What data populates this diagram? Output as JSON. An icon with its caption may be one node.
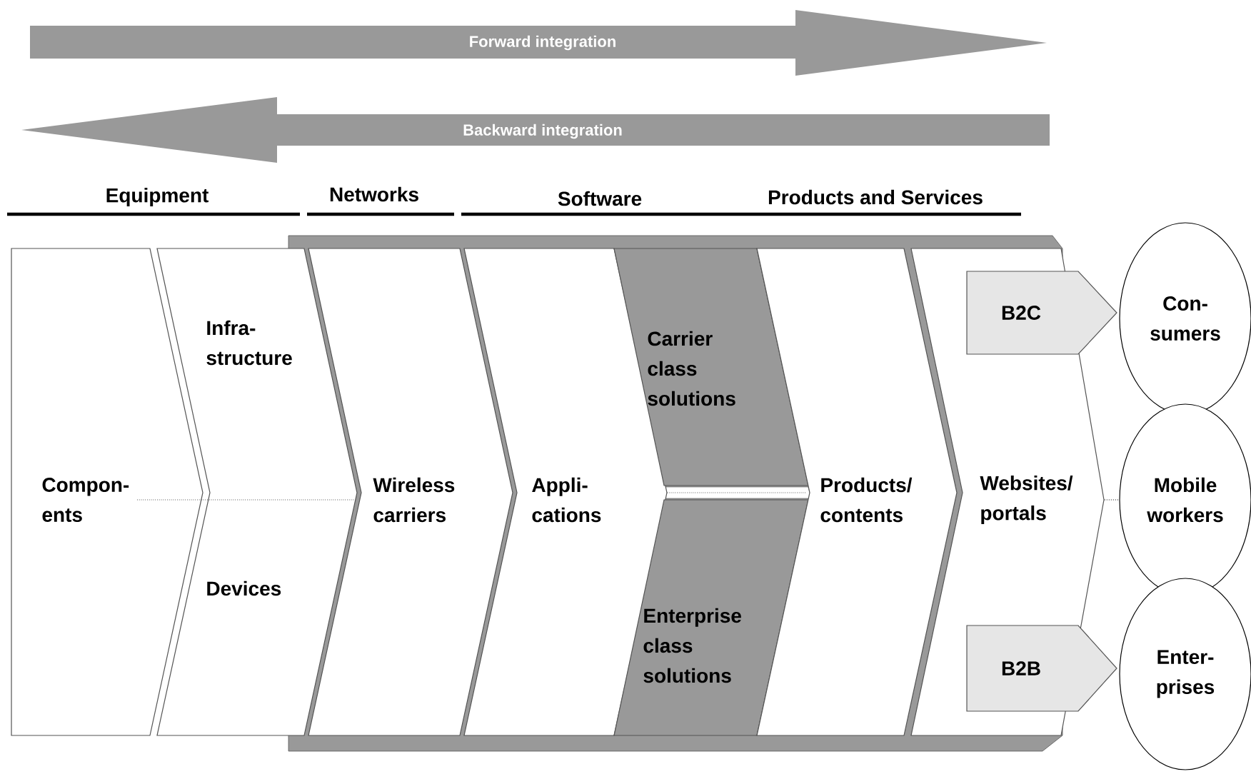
{
  "diagram": {
    "nodes": [
      {
        "text": [
          "Forward integration"
        ]
      },
      {
        "text": [
          "Backward integration"
        ]
      },
      {
        "text": [
          "Compon- ents"
        ]
      },
      {
        "text": [
          "Infra- structure",
          "Devices"
        ]
      },
      {
        "text": [
          "Wireless carriers"
        ]
      },
      {
        "text": [
          "Appli- cations"
        ]
      },
      {
        "text": [
          "Carrier class solutions"
        ]
      },
      {
        "text": [
          "Enterprise class solutions"
        ]
      },
      {
        "text": [
          "Products/ contents"
        ]
      },
      {
        "text": [
          "Websites/ portals"
        ]
      },
      {
        "text": [
          "B2C"
        ]
      },
      {
        "text": [
          "B2B"
        ]
      },
      {
        "text": [
          "Con- sumers"
        ]
      },
      {
        "text": [
          "Mobile workers"
        ]
      },
      {
        "text": [
          "Enter- prises"
        ]
      }
    ],
    "edges": [
      {
        "from": 9,
        "to": 13,
        "arrow": "none",
        "style": "dashed"
      }
    ],
    "labels": [
      "Equipment",
      "Networks",
      "Software",
      "Products and Services"
    ]
  }
}
